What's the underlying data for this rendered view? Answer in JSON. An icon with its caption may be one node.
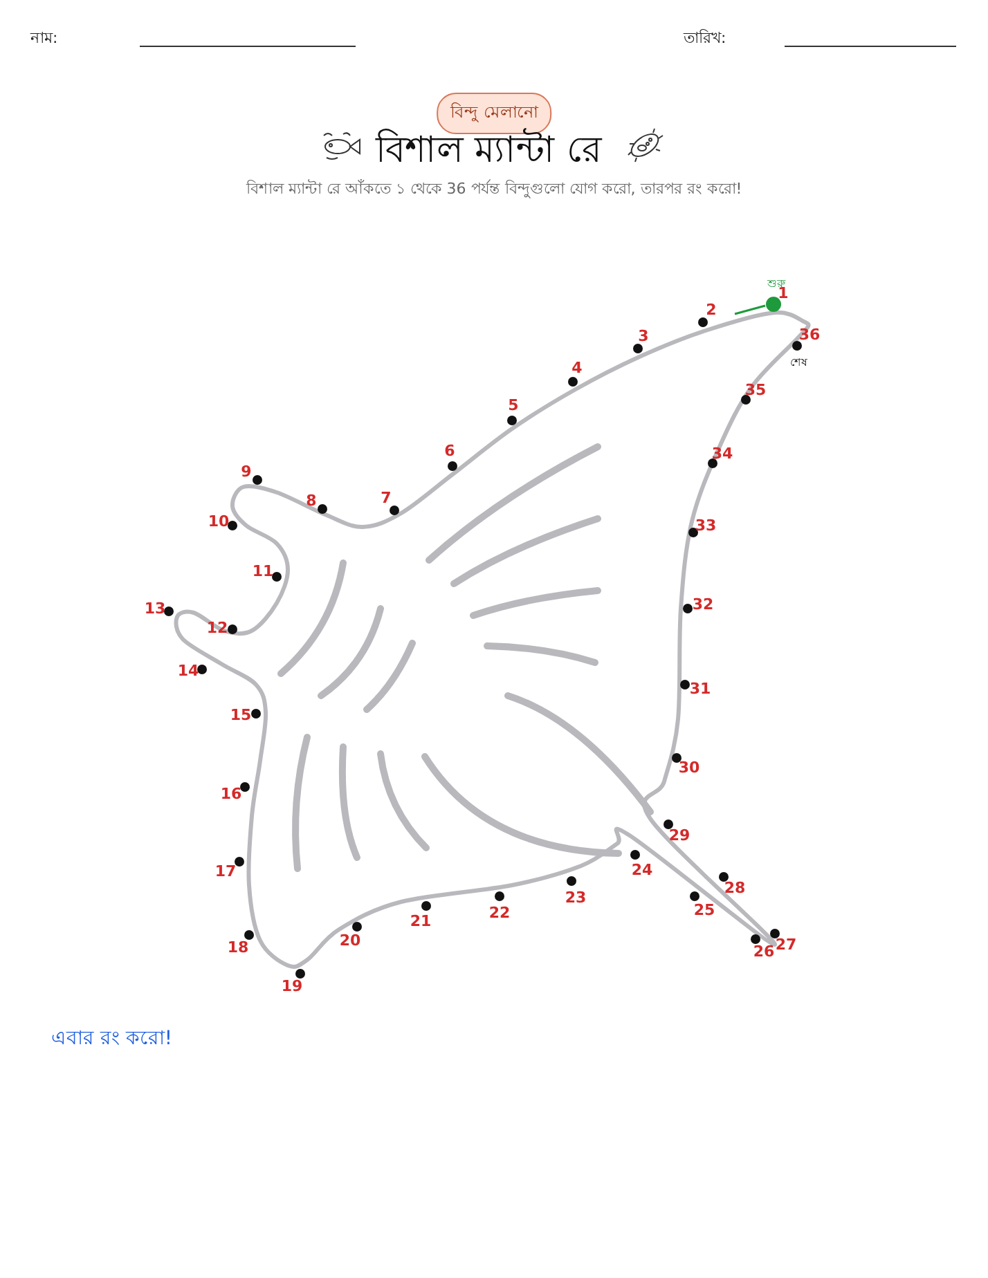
{
  "diagram": {
    "title": "বিশাল ম্যান্টা রে",
    "labels": [
      "নাম:",
      "তারিখ:",
      "বিন্দু মেলানো",
      "বিশাল ম্যান্টা রে আঁকতে ১ থেকে 36 পর্যন্ত বিন্দুগুলো যোগ করো, তারপর রং করো!",
      "শুরু",
      "1",
      "2",
      "3",
      "4",
      "5",
      "6",
      "7",
      "8",
      "9",
      "10",
      "11",
      "12",
      "13",
      "14",
      "15",
      "16",
      "17",
      "18",
      "19",
      "20",
      "21",
      "22",
      "23",
      "24",
      "25",
      "26",
      "27",
      "28",
      "29",
      "30",
      "31",
      "32",
      "33",
      "34",
      "35",
      "36",
      "শেষ",
      "এবার রং করো!"
    ]
  }
}
